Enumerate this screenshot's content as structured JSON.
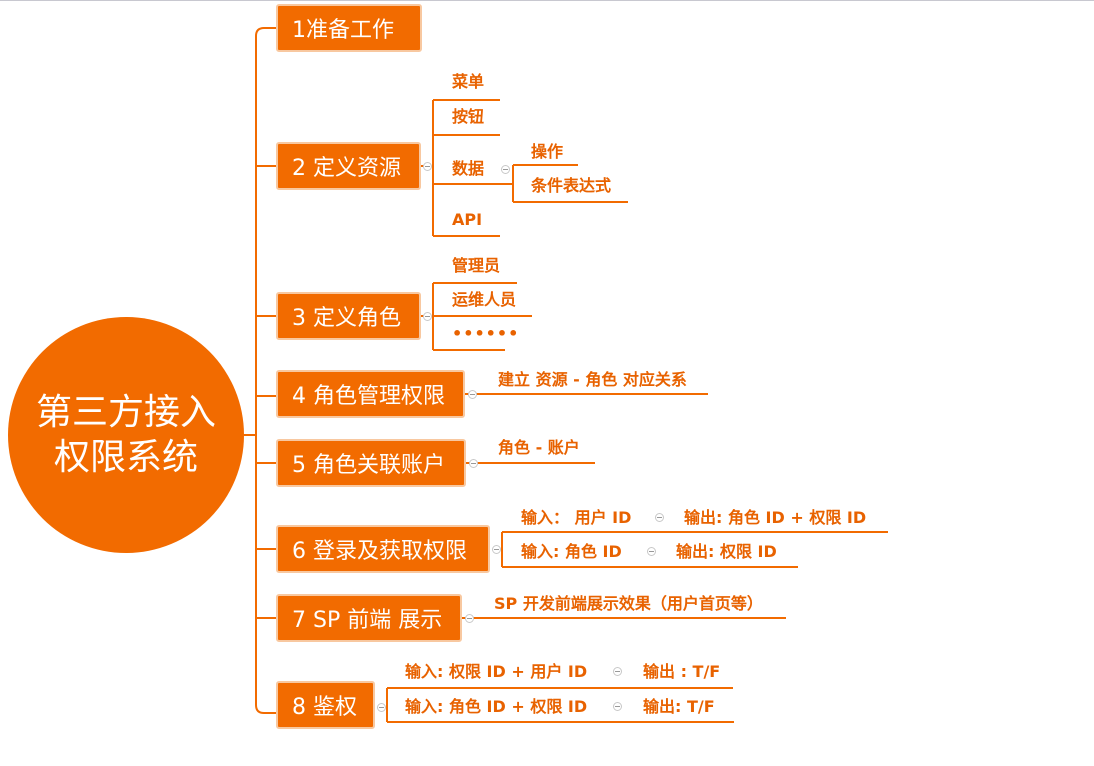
{
  "root": {
    "line1": "第三方接入",
    "line2": "权限系统"
  },
  "steps": [
    {
      "label": "1准备工作"
    },
    {
      "label": "2 定义资源",
      "children": [
        "菜单",
        "按钮",
        "数据",
        "API"
      ],
      "data_children": [
        "操作",
        "条件表达式"
      ]
    },
    {
      "label": "3 定义角色",
      "children": [
        "管理员",
        "运维人员",
        "••••••"
      ]
    },
    {
      "label": "4 角色管理权限",
      "children": [
        "建立 资源 - 角色 对应关系"
      ]
    },
    {
      "label": "5 角色关联账户",
      "children": [
        "角色 - 账户"
      ]
    },
    {
      "label": "6 登录及获取权限",
      "flows": [
        {
          "input": "输入：  用户 ID",
          "output": "输出:  角色 ID + 权限 ID"
        },
        {
          "input": "输入:  角色 ID",
          "output": "输出:  权限 ID"
        }
      ]
    },
    {
      "label": "7 SP 前端 展示",
      "children": [
        "SP 开发前端展示效果（用户首页等）"
      ]
    },
    {
      "label": "8 鉴权",
      "flows": [
        {
          "input": "输入:  权限 ID + 用户 ID",
          "output": "输出 : T/F"
        },
        {
          "input": "输入:  角色 ID + 权限 ID",
          "output": "输出:  T/F"
        }
      ]
    }
  ],
  "colors": {
    "accent": "#f26b00",
    "label": "#e86200",
    "node_border": "#f8c8a0"
  },
  "icons": {
    "toggle": "collapse-toggle-icon"
  }
}
